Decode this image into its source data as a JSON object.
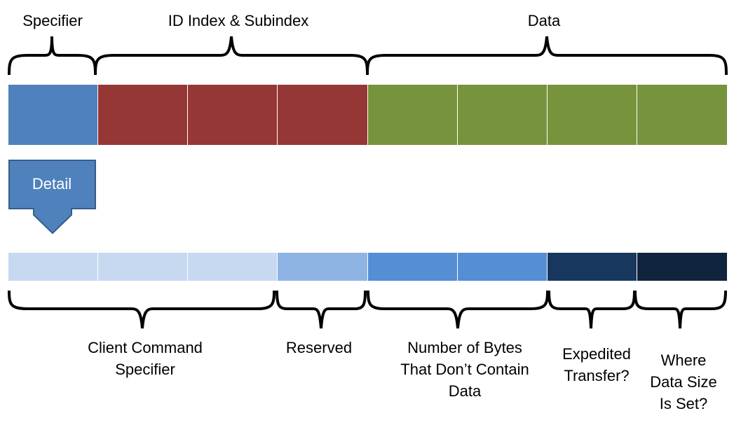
{
  "top_labels": {
    "specifier": "Specifier",
    "id_index": "ID Index & Subindex",
    "data": "Data"
  },
  "top_row": {
    "cells": [
      "blue",
      "red",
      "red",
      "red",
      "green",
      "green",
      "green",
      "green"
    ]
  },
  "detail_arrow": {
    "label": "Detail"
  },
  "bottom_row": {
    "cells": [
      "light-blue",
      "light-blue",
      "light-blue",
      "mid-blue",
      "blue",
      "blue",
      "navy",
      "dark-navy"
    ]
  },
  "bottom_labels": {
    "client_command_specifier": "Client Command\nSpecifier",
    "reserved": "Reserved",
    "number_of_bytes": "Number of Bytes\nThat Don’t Contain\nData",
    "expedited_transfer": "Expedited\nTransfer?",
    "where_data_size": "Where\nData Size\nIs Set?"
  },
  "colors": {
    "blue": "#4f81bd",
    "red": "#953735",
    "green": "#77933c",
    "light-blue": "#c6d9f1",
    "mid-blue": "#8eb4e3",
    "bright-blue": "#558ed5",
    "navy": "#17375e",
    "dark-navy": "#10243e",
    "arrow_fill": "#4f81bd",
    "arrow_stroke": "#385d8a"
  }
}
